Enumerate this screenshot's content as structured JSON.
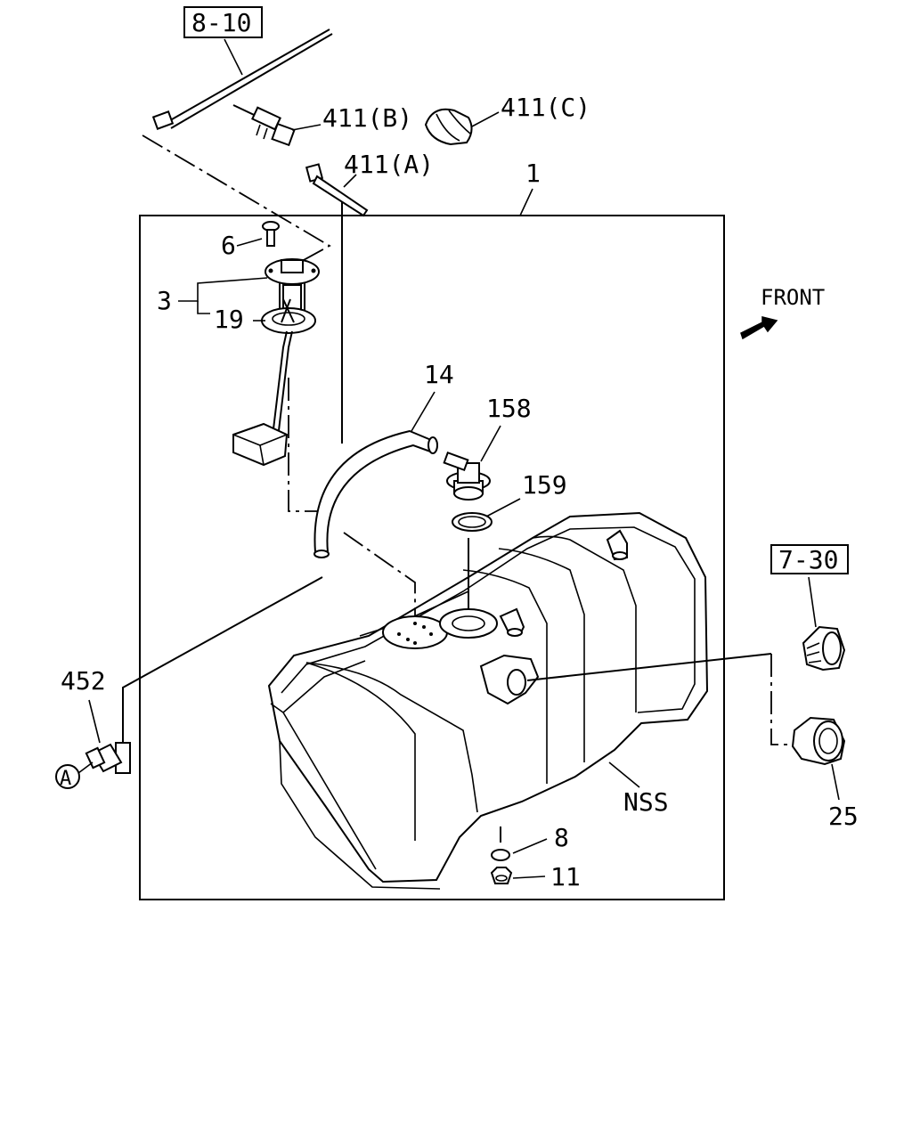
{
  "labels": {
    "ref_8_10": "8-10",
    "ref_7_30": "7-30",
    "p411b": "411(B)",
    "p411c": "411(C)",
    "p411a": "411(A)",
    "p1": "1",
    "p6": "6",
    "p3": "3",
    "p19": "19",
    "p14": "14",
    "p158": "158",
    "p159": "159",
    "front": "FRONT",
    "p452": "452",
    "circle_a": "A",
    "nss": "NSS",
    "p25": "25",
    "p8": "8",
    "p11": "11"
  }
}
